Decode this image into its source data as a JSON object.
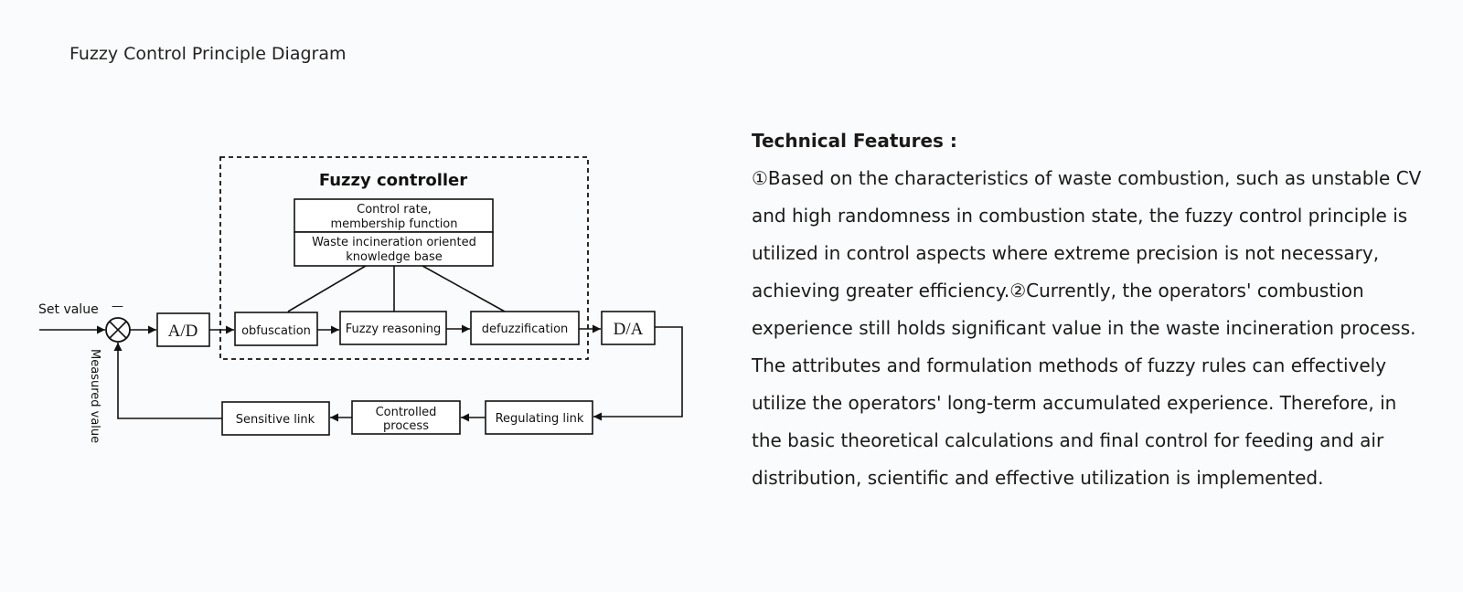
{
  "title": "Fuzzy Control Principle Diagram",
  "diagram": {
    "controller_label": "Fuzzy controller",
    "rule_box": {
      "line1": "Control rate,",
      "line2": "membership function"
    },
    "knowledge_box": {
      "line1": "Waste incineration oriented",
      "line2": "knowledge base"
    },
    "set_value": "Set value",
    "minus_sign": "—",
    "measured_value": "Measured value",
    "ad": "A/D",
    "da": "D/A",
    "obfuscation": "obfuscation",
    "reasoning": "Fuzzy reasoning",
    "defuzz": "defuzzification",
    "sensitive": "Sensitive link",
    "controlled": {
      "line1": "Controlled",
      "line2": "process"
    },
    "regulating": "Regulating link"
  },
  "features": {
    "heading": "Technical Features :",
    "body": "①Based on the characteristics of waste combustion, such as unstable CV and high randomness in combustion state, the fuzzy control principle is utilized in control aspects where extreme precision is not necessary, achieving greater efficiency.②Currently, the operators' combustion experience still holds significant value in the waste incineration process. The attributes and formulation methods of fuzzy rules can effectively utilize the operators' long-term accumulated experience. Therefore, in the basic theoretical calculations and final control for feeding and air distribution, scientific and effective utilization is implemented."
  }
}
